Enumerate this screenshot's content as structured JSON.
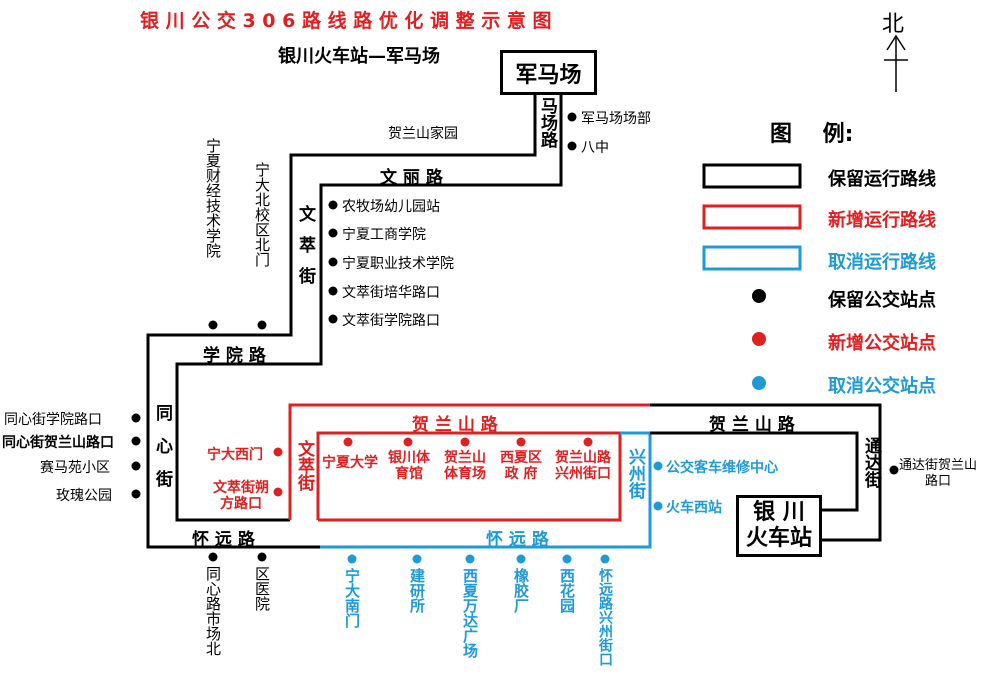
{
  "title": "银 川 公 交 3 0 6 路 线 路 优 化 调 整 示 意 图",
  "subtitle": "银川火车站—军马场",
  "north": "北",
  "terminals": {
    "north": "军马场",
    "south_line1": "银 川",
    "south_line2": "火车站"
  },
  "roads": {
    "mamachang_lu": "马场路",
    "wenli_lu": "文 丽 路",
    "wencui_jie_upper": "文萃街",
    "xueyuan_lu": "学 院 路",
    "tongxin_jie": "同心街",
    "huaiyuan_lu_black": "怀 远 路",
    "helanshan_lu_red": "贺 兰 山 路",
    "wencui_jie_lower": "文萃街",
    "xingzhou_jie": "兴州街",
    "huaiyuan_lu_blue": "怀 远 路",
    "helanshan_lu_black": "贺 兰 山 路",
    "tongda_jie": "通达街"
  },
  "stops_black": {
    "junmachang_bu": "军马场场部",
    "bazhong": "八中",
    "helanshan_jiayuan": "贺兰山家园",
    "nongmuchang": "农牧场幼儿园站",
    "gongshang": "宁夏工商学院",
    "zhiye": "宁夏职业技术学院",
    "peihua": "文萃街培华路口",
    "xueyuan_lukou": "文萃街学院路口",
    "caijing": "宁夏财经技术学院",
    "beixiaoqu": "宁大北校区北门",
    "tongxin_xueyuan": "同心街学院路口",
    "tongxin_helanshan": "同心街贺兰山路口",
    "saimayuan": "赛马苑小区",
    "meigui": "玫瑰公园",
    "tongxinlu_shichang": "同心路市场北",
    "qu_yiyuan": "区医院",
    "tongda_helanshan": "通达街贺兰山路口"
  },
  "stops_red": {
    "ningda_ximen": "宁大西门",
    "shuofang": "文萃街朔方路口",
    "ningxia_daxue": "宁夏大学",
    "yinchuan_tiyuguan": "银川体育馆",
    "helanshan_tiyuchang": "贺兰山体育场",
    "xixia_quzhengfu": "西夏区政 府",
    "xingzhou_jiekou": "贺兰山路兴州街口"
  },
  "stops_blue": {
    "keche_weixiu": "公交客车维修中心",
    "huoche_xizhan": "火车西站",
    "ningda_nanmen": "宁大南门",
    "jianyansuo": "建研所",
    "wanda": "西夏万达广场",
    "xiangjiaochang": "橡胶厂",
    "xihuayuan": "西花园",
    "huaiyuan_xingzhou": "怀远路兴州街口"
  },
  "legend": {
    "title": "图    例:",
    "keep_route": "保留运行路线",
    "new_route": "新增运行路线",
    "cancel_route": "取消运行路线",
    "keep_stop": "保留公交站点",
    "new_stop": "新增公交站点",
    "cancel_stop": "取消公交站点"
  },
  "colors": {
    "keep": "#000000",
    "new": "#e02020",
    "cancel": "#1e9bd7"
  }
}
